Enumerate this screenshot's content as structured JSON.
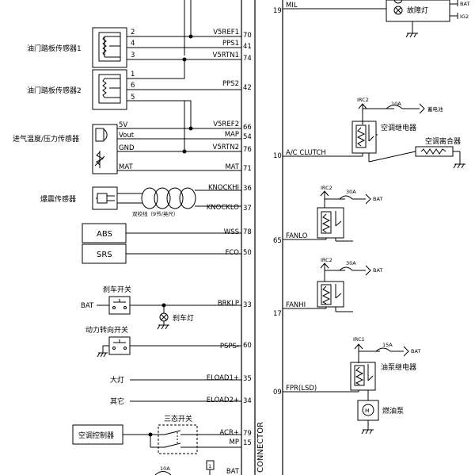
{
  "left": {
    "sensors": {
      "accel1": "油门踏板传感器1",
      "accel2": "油门踏板传感器2",
      "intake": "进气温度/压力传感器",
      "knock": "爆震传感器"
    },
    "intake_terms": {
      "v5": "5V",
      "vout": "Vout",
      "gnd": "GND",
      "mat": "MAT"
    },
    "sub_pins_1": [
      "2",
      "4",
      "3"
    ],
    "sub_pins_2": [
      "1",
      "6",
      "5"
    ],
    "twisted_pair": "双绞线（9节/英尺）",
    "abs": "ABS",
    "srs": "SRS",
    "brake_switch": "刹车开关",
    "brake_light": "刹车灯",
    "bat": "BAT",
    "ps_switch": "动力转向开关",
    "headlight": "大灯",
    "other": "其它",
    "tri_switch": "三态开关",
    "ac_controller": "空调控制器",
    "fuse_10a": "10A",
    "bottom_box": "1",
    "connector": "CONNECTOR"
  },
  "ecu_left_pins": [
    {
      "signal": "V5REF1",
      "pin": "70"
    },
    {
      "signal": "PPS1",
      "pin": "41"
    },
    {
      "signal": "V5RTN1",
      "pin": "74"
    },
    {
      "signal": "PPS2",
      "pin": "42"
    },
    {
      "signal": "V5REF2",
      "pin": "66"
    },
    {
      "signal": "MAP",
      "pin": "54"
    },
    {
      "signal": "V5RTN2",
      "pin": "76"
    },
    {
      "signal": "MAT",
      "pin": "71"
    },
    {
      "signal": "KNOCKHI",
      "pin": "36"
    },
    {
      "signal": "KNOCKLO",
      "pin": "37"
    },
    {
      "signal": "WSS",
      "pin": "78"
    },
    {
      "signal": "FCO",
      "pin": "50"
    },
    {
      "signal": "BRKLP",
      "pin": "33"
    },
    {
      "signal": "PSPS-",
      "pin": "60"
    },
    {
      "signal": "ELOAD1+",
      "pin": "35"
    },
    {
      "signal": "ELOAD2+",
      "pin": "34"
    },
    {
      "signal": "ACR+",
      "pin": "79"
    },
    {
      "signal": "MP",
      "pin": "15"
    },
    {
      "signal": "BAT",
      "pin": ""
    }
  ],
  "ecu_right_pins": [
    {
      "signal": "MIL",
      "pin": "19"
    },
    {
      "signal": "A/C CLUTCH",
      "pin": "10"
    },
    {
      "signal": "FANLO",
      "pin": "65"
    },
    {
      "signal": "FANHI",
      "pin": "17"
    },
    {
      "signal": "FPR(LSD)",
      "pin": "09"
    }
  ],
  "right": {
    "fault_lamp": "故障灯",
    "bat": "BAT",
    "ig2": "IG2",
    "irc2": "IRC2",
    "irc1": "IRC1",
    "fuse_10a": "10A",
    "fuse_30a": "30A",
    "fuse_15a": "15A",
    "battery": "蓄电池",
    "ac_relay": "空调继电器",
    "ac_clutch": "空调离合器",
    "fuel_relay": "油泵继电器",
    "fuel_pump": "燃油泵"
  }
}
